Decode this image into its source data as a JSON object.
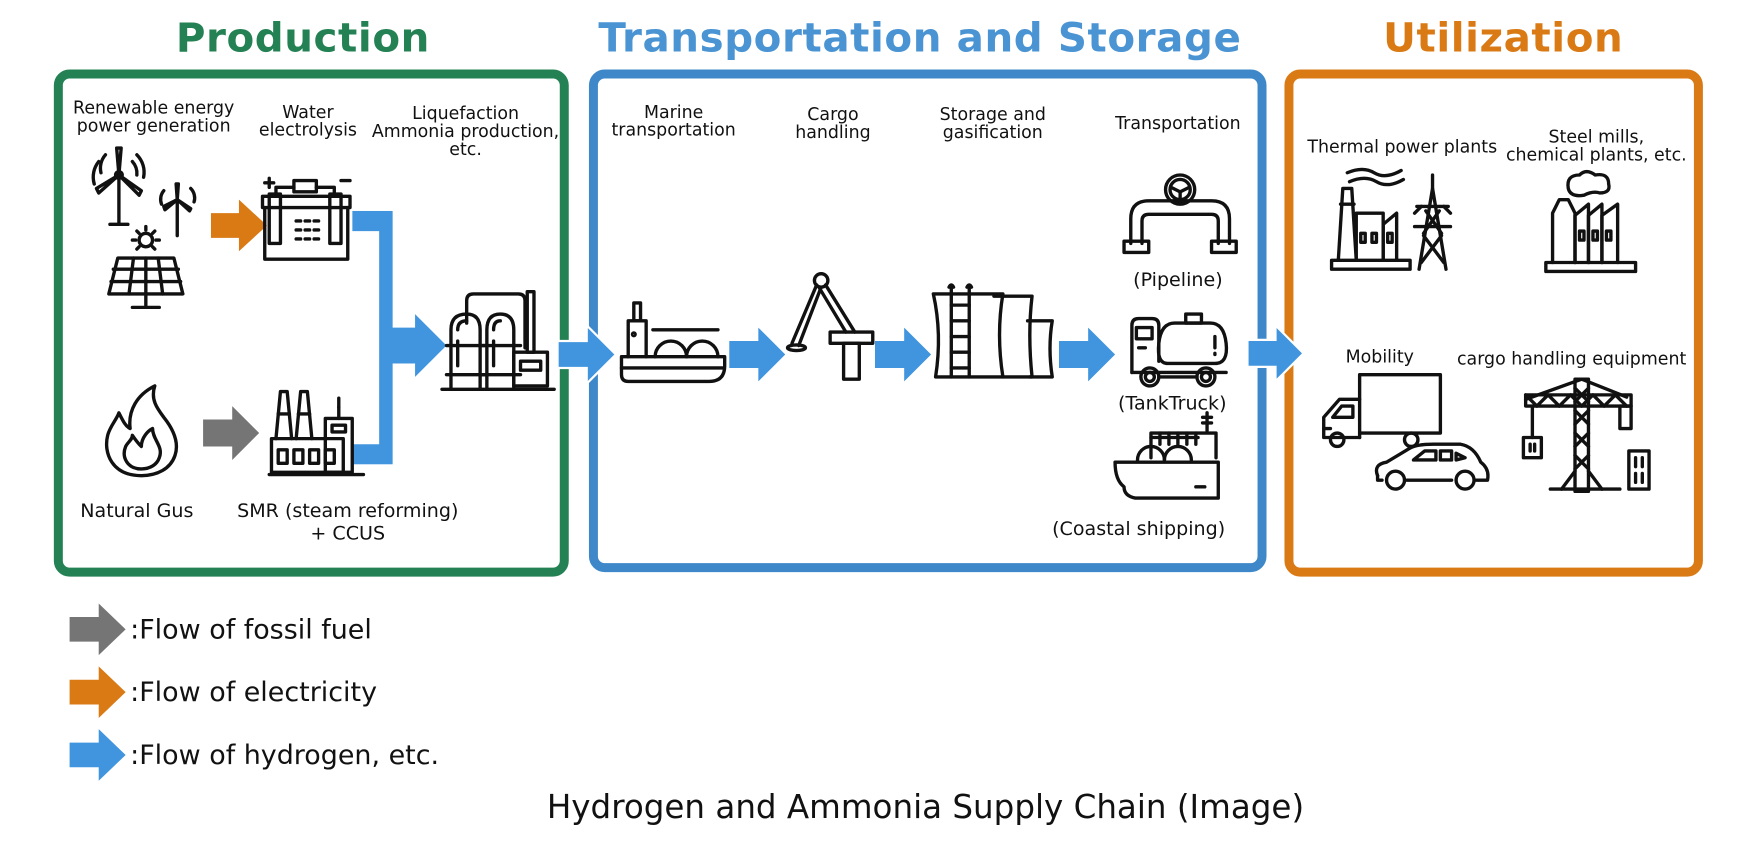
{
  "colors": {
    "production": "#238153",
    "transport": "#3E88CA",
    "utilization": "#D97A15",
    "fossil_arrow": "#757575",
    "electricity_arrow": "#D97A15",
    "hydrogen_arrow": "#4095DE"
  },
  "sections": {
    "production": {
      "title": "Production",
      "steps": {
        "renewable": [
          "Renewable energy",
          "power generation"
        ],
        "electrolysis": [
          "Water",
          "electrolysis"
        ],
        "liquefaction": [
          "Liquefaction",
          "Ammonia production,",
          "etc."
        ],
        "natural_gas": "Natural Gus",
        "smr": [
          "SMR (steam reforming)",
          "+ CCUS"
        ]
      }
    },
    "transport": {
      "title": "Transportation and Storage",
      "steps": {
        "marine": [
          "Marine",
          "transportation"
        ],
        "cargo": [
          "Cargo",
          "handling"
        ],
        "storage": [
          "Storage and",
          "gasification"
        ],
        "transportation": "Transportation",
        "pipeline": "(Pipeline)",
        "tanktruck": "(TankTruck)",
        "coastal": "(Coastal shipping)"
      }
    },
    "utilization": {
      "title": "Utilization",
      "steps": {
        "thermal": "Thermal power plants",
        "steel": [
          "Steel mills,",
          "chemical plants, etc."
        ],
        "mobility": "Mobility",
        "cargo_equipment": "cargo handling equipment"
      }
    }
  },
  "legend": [
    {
      "type": "fossil",
      "label": ":Flow of fossil fuel"
    },
    {
      "type": "electricity",
      "label": ":Flow of electricity"
    },
    {
      "type": "hydrogen",
      "label": ":Flow of hydrogen, etc."
    }
  ],
  "caption": "Hydrogen and Ammonia Supply Chain (Image)"
}
